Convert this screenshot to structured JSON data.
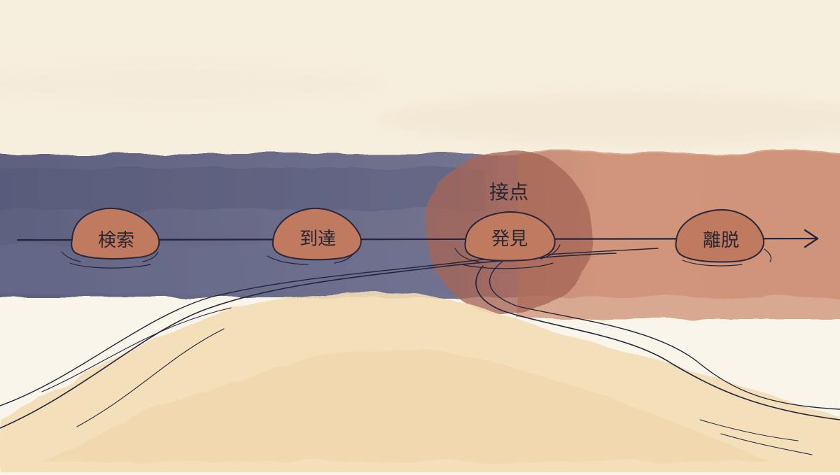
{
  "stones": [
    {
      "label": "検索"
    },
    {
      "label": "到達"
    },
    {
      "label": "発見"
    },
    {
      "label": "離脱"
    }
  ],
  "touchpoint_label": "接点",
  "colors": {
    "background": "#faf5ea",
    "sky": "#f7efde",
    "band_left": "#5d5f7e",
    "band_right": "#c98a6c",
    "touchpoint_circle": "#a86a58",
    "stone_fill": "#c07a60",
    "stone_stroke": "#2a2638",
    "ink": "#24233a",
    "sand": "#f3ddb6"
  }
}
